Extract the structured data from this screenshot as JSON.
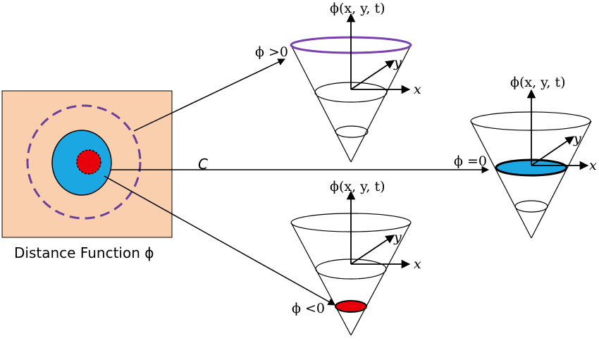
{
  "diagram": {
    "panel_caption": "Distance Function ϕ",
    "curve_label": "C",
    "colors": {
      "panel_fill": "#f9cfad",
      "inner_region": "#1aa7e2",
      "center_region": "#e8000b",
      "outer_contour": "#6a3f99",
      "line": "#000000"
    },
    "cones": {
      "top": {
        "axis_label": "ϕ(x, y, t)",
        "level_label": "ϕ >0",
        "x_label": "x",
        "y_label": "y",
        "level_color": "#7a3fb0"
      },
      "bottom": {
        "axis_label": "ϕ(x, y, t)",
        "level_label": "ϕ <0",
        "x_label": "x",
        "y_label": "y",
        "level_color": "#e8000b"
      },
      "right": {
        "axis_label": "ϕ(x, y, t)",
        "level_label": "ϕ =0",
        "x_label": "x",
        "y_label": "y",
        "level_color": "#1aa7e2"
      }
    }
  }
}
